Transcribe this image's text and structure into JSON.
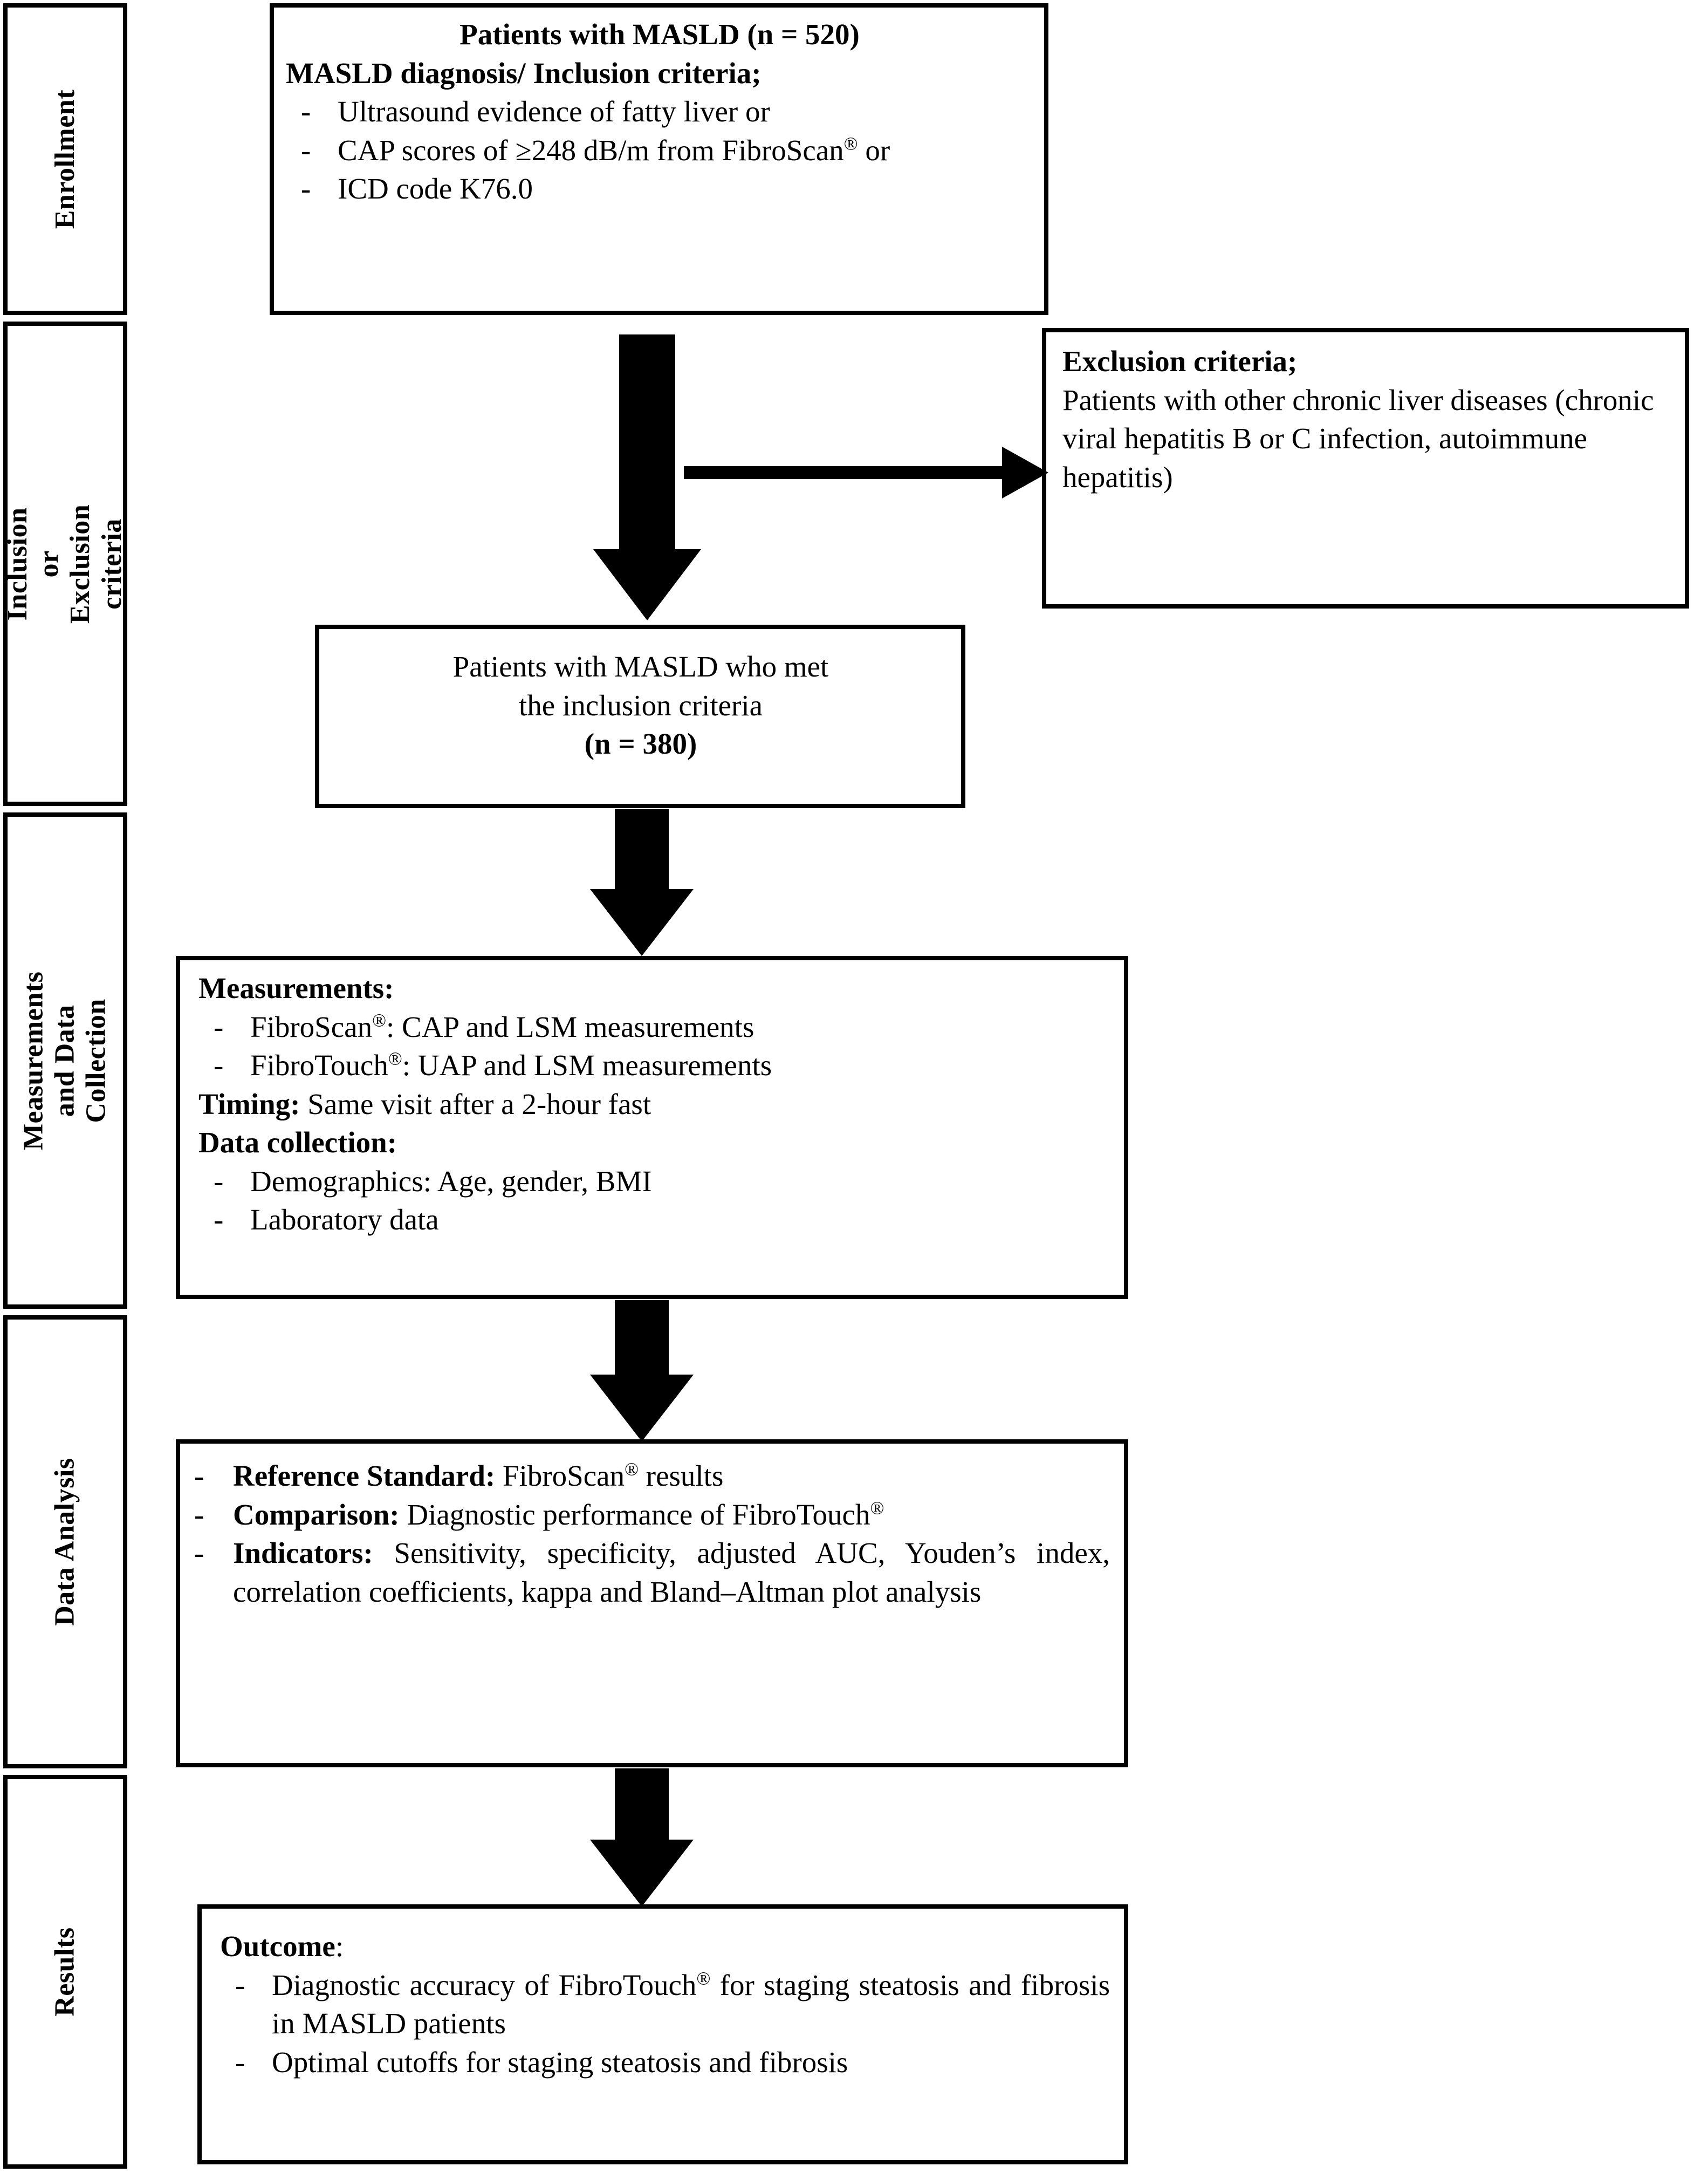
{
  "diagram": {
    "type": "flowchart",
    "title": "MASLD study flow diagram",
    "orientation": "vertical",
    "line_color": "#000000",
    "background_color": "#ffffff"
  },
  "stages": [
    {
      "id": "enrollment",
      "label": "Enrollment"
    },
    {
      "id": "inclusion-exclusion",
      "label_line1": "Inclusion or Exclusion",
      "label_line2": "criteria"
    },
    {
      "id": "measurements",
      "label_line1": "Measurements and Data",
      "label_line2": "Collection"
    },
    {
      "id": "data-analysis",
      "label": "Data Analysis"
    },
    {
      "id": "results",
      "label": "Results"
    }
  ],
  "boxes": {
    "enrollment": {
      "heading1": "Patients with MASLD (n = 520)",
      "heading2": "MASLD diagnosis/ Inclusion criteria;",
      "items": [
        {
          "pre": "Ultrasound evidence of fatty liver or",
          "sup": "",
          "post": ""
        },
        {
          "pre": "CAP scores of ≥248 dB/m from FibroScan",
          "sup": "®",
          "post": " or"
        },
        {
          "pre": "ICD code K76.0",
          "sup": "",
          "post": ""
        }
      ]
    },
    "exclusion": {
      "heading": "Exclusion criteria;",
      "body": "Patients with other chronic liver diseases (chronic viral hepatitis B or C infection, autoimmune hepatitis)"
    },
    "included": {
      "line1": "Patients with MASLD who met",
      "line2": "the inclusion criteria",
      "line3": "(n = 380)"
    },
    "measurements": {
      "heading1": "Measurements:",
      "items1": [
        {
          "pre": "FibroScan",
          "sup": "®",
          "post": ": CAP and LSM measurements"
        },
        {
          "pre": "FibroTouch",
          "sup": "®",
          "post": ": UAP and LSM measurements"
        }
      ],
      "timing_label": "Timing:",
      "timing_value": " Same visit after a 2-hour fast",
      "heading2": "Data collection:",
      "items2": [
        "Demographics: Age, gender, BMI",
        "Laboratory data"
      ]
    },
    "analysis": {
      "items": [
        {
          "label": "Reference Standard:",
          "pre": " FibroScan",
          "sup": "®",
          "post": " results"
        },
        {
          "label": "Comparison:",
          "pre": " Diagnostic performance of FibroTouch",
          "sup": "®",
          "post": ""
        },
        {
          "label": "Indicators:",
          "pre": " Sensitivity, specificity, adjusted AUC, Youden’s index, correlation coefficients, kappa and Bland–Altman plot analysis",
          "sup": "",
          "post": ""
        }
      ]
    },
    "results": {
      "heading": "Outcome",
      "heading_suffix": ":",
      "items": [
        {
          "pre": "Diagnostic accuracy of FibroTouch",
          "sup": "®",
          "post": " for staging steatosis and fibrosis in MASLD patients"
        },
        {
          "pre": "Optimal cutoffs for staging steatosis and fibrosis",
          "sup": "",
          "post": ""
        }
      ]
    }
  },
  "connectors": [
    {
      "id": "enrollment-to-included",
      "from": "enrollment",
      "to": "included",
      "direction": "down"
    },
    {
      "id": "enrollment-to-exclusion",
      "from": "enrollment",
      "to": "exclusion",
      "direction": "right"
    },
    {
      "id": "included-to-measurements",
      "from": "included",
      "to": "measurements",
      "direction": "down"
    },
    {
      "id": "measurements-to-analysis",
      "from": "measurements",
      "to": "analysis",
      "direction": "down"
    },
    {
      "id": "analysis-to-results",
      "from": "analysis",
      "to": "results",
      "direction": "down"
    }
  ]
}
